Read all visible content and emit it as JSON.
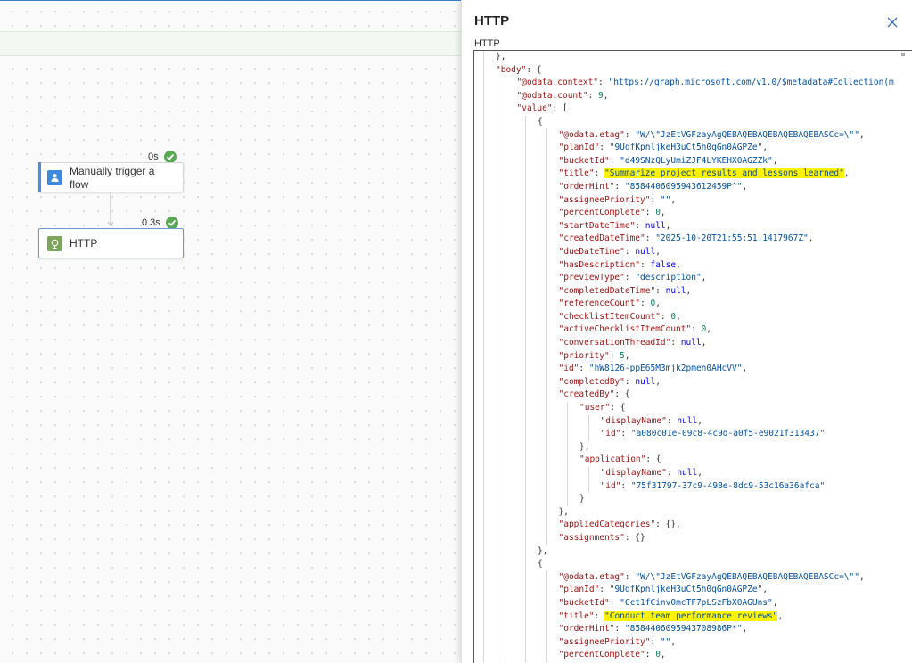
{
  "canvas": {
    "nodes": [
      {
        "label": "Manually trigger a flow",
        "duration": "0s"
      },
      {
        "label": "HTTP",
        "duration": "0.3s"
      }
    ]
  },
  "panel": {
    "title": "HTTP",
    "subtitle": "HTTP",
    "close_icon": "close-icon",
    "code_lines": [
      {
        "d": 0,
        "t": [
          [
            "p",
            "},"
          ]
        ]
      },
      {
        "d": 0,
        "t": [
          [
            "k",
            "\"body\""
          ],
          [
            "p",
            ": {"
          ]
        ]
      },
      {
        "d": 1,
        "t": [
          [
            "k",
            "\"@odata.context\""
          ],
          [
            "p",
            ": "
          ],
          [
            "s",
            "\"https://graph.microsoft.com/v1.0/$metadata#Collection(m"
          ]
        ]
      },
      {
        "d": 1,
        "t": [
          [
            "k",
            "\"@odata.count\""
          ],
          [
            "p",
            ": "
          ],
          [
            "n",
            "9"
          ],
          [
            "p",
            ","
          ]
        ]
      },
      {
        "d": 1,
        "t": [
          [
            "k",
            "\"value\""
          ],
          [
            "p",
            ": ["
          ]
        ]
      },
      {
        "d": 2,
        "t": [
          [
            "p",
            "{"
          ]
        ]
      },
      {
        "d": 3,
        "t": [
          [
            "k",
            "\"@odata.etag\""
          ],
          [
            "p",
            ": "
          ],
          [
            "s",
            "\"W/\\\"JzEtVGFzayAgQEBAQEBAQEBAQEBAQEBASCc=\\\"\""
          ],
          [
            "p",
            ","
          ]
        ]
      },
      {
        "d": 3,
        "t": [
          [
            "k",
            "\"planId\""
          ],
          [
            "p",
            ": "
          ],
          [
            "s",
            "\"9UqfKpnljkeH3uCt5h0qGn0AGPZe\""
          ],
          [
            "p",
            ","
          ]
        ]
      },
      {
        "d": 3,
        "t": [
          [
            "k",
            "\"bucketId\""
          ],
          [
            "p",
            ": "
          ],
          [
            "s",
            "\"d49SNzQLyUmiZJF4LYKEHX0AGZZk\""
          ],
          [
            "p",
            ","
          ]
        ]
      },
      {
        "d": 3,
        "t": [
          [
            "k",
            "\"title\""
          ],
          [
            "p",
            ": "
          ],
          [
            "h",
            "\"Summarize project results and lessons learned\""
          ],
          [
            "p",
            ","
          ]
        ]
      },
      {
        "d": 3,
        "t": [
          [
            "k",
            "\"orderHint\""
          ],
          [
            "p",
            ": "
          ],
          [
            "s",
            "\"8584406095943612459P^\""
          ],
          [
            "p",
            ","
          ]
        ]
      },
      {
        "d": 3,
        "t": [
          [
            "k",
            "\"assigneePriority\""
          ],
          [
            "p",
            ": "
          ],
          [
            "s",
            "\"\""
          ],
          [
            "p",
            ","
          ]
        ]
      },
      {
        "d": 3,
        "t": [
          [
            "k",
            "\"percentComplete\""
          ],
          [
            "p",
            ": "
          ],
          [
            "n",
            "0"
          ],
          [
            "p",
            ","
          ]
        ]
      },
      {
        "d": 3,
        "t": [
          [
            "k",
            "\"startDateTime\""
          ],
          [
            "p",
            ": "
          ],
          [
            "kw",
            "null"
          ],
          [
            "p",
            ","
          ]
        ]
      },
      {
        "d": 3,
        "t": [
          [
            "k",
            "\"createdDateTime\""
          ],
          [
            "p",
            ": "
          ],
          [
            "s",
            "\"2025-10-20T21:55:51.1417967Z\""
          ],
          [
            "p",
            ","
          ]
        ]
      },
      {
        "d": 3,
        "t": [
          [
            "k",
            "\"dueDateTime\""
          ],
          [
            "p",
            ": "
          ],
          [
            "kw",
            "null"
          ],
          [
            "p",
            ","
          ]
        ]
      },
      {
        "d": 3,
        "t": [
          [
            "k",
            "\"hasDescription\""
          ],
          [
            "p",
            ": "
          ],
          [
            "kw",
            "false"
          ],
          [
            "p",
            ","
          ]
        ]
      },
      {
        "d": 3,
        "t": [
          [
            "k",
            "\"previewType\""
          ],
          [
            "p",
            ": "
          ],
          [
            "s",
            "\"description\""
          ],
          [
            "p",
            ","
          ]
        ]
      },
      {
        "d": 3,
        "t": [
          [
            "k",
            "\"completedDateTime\""
          ],
          [
            "p",
            ": "
          ],
          [
            "kw",
            "null"
          ],
          [
            "p",
            ","
          ]
        ]
      },
      {
        "d": 3,
        "t": [
          [
            "k",
            "\"referenceCount\""
          ],
          [
            "p",
            ": "
          ],
          [
            "n",
            "0"
          ],
          [
            "p",
            ","
          ]
        ]
      },
      {
        "d": 3,
        "t": [
          [
            "k",
            "\"checklistItemCount\""
          ],
          [
            "p",
            ": "
          ],
          [
            "n",
            "0"
          ],
          [
            "p",
            ","
          ]
        ]
      },
      {
        "d": 3,
        "t": [
          [
            "k",
            "\"activeChecklistItemCount\""
          ],
          [
            "p",
            ": "
          ],
          [
            "n",
            "0"
          ],
          [
            "p",
            ","
          ]
        ]
      },
      {
        "d": 3,
        "t": [
          [
            "k",
            "\"conversationThreadId\""
          ],
          [
            "p",
            ": "
          ],
          [
            "kw",
            "null"
          ],
          [
            "p",
            ","
          ]
        ]
      },
      {
        "d": 3,
        "t": [
          [
            "k",
            "\"priority\""
          ],
          [
            "p",
            ": "
          ],
          [
            "n",
            "5"
          ],
          [
            "p",
            ","
          ]
        ]
      },
      {
        "d": 3,
        "t": [
          [
            "k",
            "\"id\""
          ],
          [
            "p",
            ": "
          ],
          [
            "s",
            "\"hW8126-ppE65M3mjk2pmen0AHcVV\""
          ],
          [
            "p",
            ","
          ]
        ]
      },
      {
        "d": 3,
        "t": [
          [
            "k",
            "\"completedBy\""
          ],
          [
            "p",
            ": "
          ],
          [
            "kw",
            "null"
          ],
          [
            "p",
            ","
          ]
        ]
      },
      {
        "d": 3,
        "t": [
          [
            "k",
            "\"createdBy\""
          ],
          [
            "p",
            ": {"
          ]
        ]
      },
      {
        "d": 4,
        "t": [
          [
            "k",
            "\"user\""
          ],
          [
            "p",
            ": {"
          ]
        ]
      },
      {
        "d": 5,
        "t": [
          [
            "k",
            "\"displayName\""
          ],
          [
            "p",
            ": "
          ],
          [
            "kw",
            "null"
          ],
          [
            "p",
            ","
          ]
        ]
      },
      {
        "d": 5,
        "t": [
          [
            "k",
            "\"id\""
          ],
          [
            "p",
            ": "
          ],
          [
            "s",
            "\"a080c01e-09c8-4c9d-a0f5-e9021f313437\""
          ]
        ]
      },
      {
        "d": 4,
        "t": [
          [
            "p",
            "},"
          ]
        ]
      },
      {
        "d": 4,
        "t": [
          [
            "k",
            "\"application\""
          ],
          [
            "p",
            ": {"
          ]
        ]
      },
      {
        "d": 5,
        "t": [
          [
            "k",
            "\"displayName\""
          ],
          [
            "p",
            ": "
          ],
          [
            "kw",
            "null"
          ],
          [
            "p",
            ","
          ]
        ]
      },
      {
        "d": 5,
        "t": [
          [
            "k",
            "\"id\""
          ],
          [
            "p",
            ": "
          ],
          [
            "s",
            "\"75f31797-37c9-498e-8dc9-53c16a36afca\""
          ]
        ]
      },
      {
        "d": 4,
        "t": [
          [
            "p",
            "}"
          ]
        ]
      },
      {
        "d": 3,
        "t": [
          [
            "p",
            "},"
          ]
        ]
      },
      {
        "d": 3,
        "t": [
          [
            "k",
            "\"appliedCategories\""
          ],
          [
            "p",
            ": {},"
          ]
        ]
      },
      {
        "d": 3,
        "t": [
          [
            "k",
            "\"assignments\""
          ],
          [
            "p",
            ": {}"
          ]
        ]
      },
      {
        "d": 2,
        "t": [
          [
            "p",
            "},"
          ]
        ]
      },
      {
        "d": 2,
        "t": [
          [
            "p",
            "{"
          ]
        ]
      },
      {
        "d": 3,
        "t": [
          [
            "k",
            "\"@odata.etag\""
          ],
          [
            "p",
            ": "
          ],
          [
            "s",
            "\"W/\\\"JzEtVGFzayAgQEBAQEBAQEBAQEBAQEBASCc=\\\"\""
          ],
          [
            "p",
            ","
          ]
        ]
      },
      {
        "d": 3,
        "t": [
          [
            "k",
            "\"planId\""
          ],
          [
            "p",
            ": "
          ],
          [
            "s",
            "\"9UqfKpnljkeH3uCt5h0qGn0AGPZe\""
          ],
          [
            "p",
            ","
          ]
        ]
      },
      {
        "d": 3,
        "t": [
          [
            "k",
            "\"bucketId\""
          ],
          [
            "p",
            ": "
          ],
          [
            "s",
            "\"Cct1fCinv0mcTF7pLSzFbX0AGUns\""
          ],
          [
            "p",
            ","
          ]
        ]
      },
      {
        "d": 3,
        "t": [
          [
            "k",
            "\"title\""
          ],
          [
            "p",
            ": "
          ],
          [
            "h",
            "\"Conduct team performance reviews\""
          ],
          [
            "p",
            ","
          ]
        ]
      },
      {
        "d": 3,
        "t": [
          [
            "k",
            "\"orderHint\""
          ],
          [
            "p",
            ": "
          ],
          [
            "s",
            "\"8584406095943708986P*\""
          ],
          [
            "p",
            ","
          ]
        ]
      },
      {
        "d": 3,
        "t": [
          [
            "k",
            "\"assigneePriority\""
          ],
          [
            "p",
            ": "
          ],
          [
            "s",
            "\"\""
          ],
          [
            "p",
            ","
          ]
        ]
      },
      {
        "d": 3,
        "t": [
          [
            "k",
            "\"percentComplete\""
          ],
          [
            "p",
            ": "
          ],
          [
            "n",
            "0"
          ],
          [
            "p",
            ","
          ]
        ]
      }
    ]
  }
}
